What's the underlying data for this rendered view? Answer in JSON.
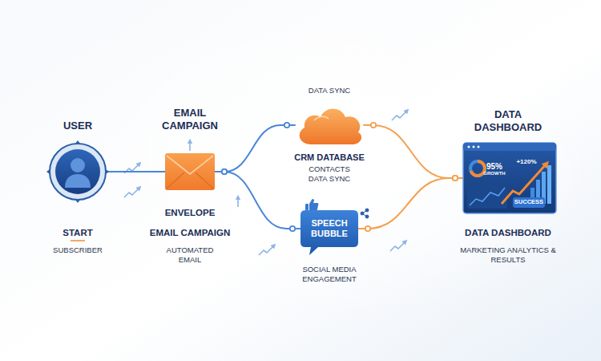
{
  "diagram": {
    "nodes": [
      {
        "text": [
          "USER",
          "START",
          "SUBSCRIBER"
        ]
      },
      {
        "text": [
          "EMAIL CAMPAIGN",
          "ENVELOPE",
          "EMAIL CAMPAIGN",
          "AUTOMATED EMAIL"
        ]
      },
      {
        "text": [
          "DATA SYNC",
          "CRM DATABASE",
          "CONTACTS DATA SYNC"
        ]
      },
      {
        "text": [
          "SPEECH BUBBLE",
          "SOCIAL MEDIA ENGAGEMENT"
        ]
      },
      {
        "text": [
          "DATA DASHBOARD",
          "DATA DASHBOARD",
          "MARKETING ANALYTICS & RESULTS"
        ]
      }
    ],
    "edges": [
      {
        "from": 0,
        "to": 1,
        "arrow": "none"
      },
      {
        "from": 1,
        "to": 2,
        "arrow": "none"
      },
      {
        "from": 1,
        "to": 3,
        "arrow": "none"
      },
      {
        "from": 2,
        "to": 4,
        "arrow": "none"
      },
      {
        "from": 3,
        "to": 4,
        "arrow": "none"
      }
    ],
    "labels": [
      "95%",
      "GROWTH",
      "+120%",
      "SUCCESS"
    ]
  }
}
